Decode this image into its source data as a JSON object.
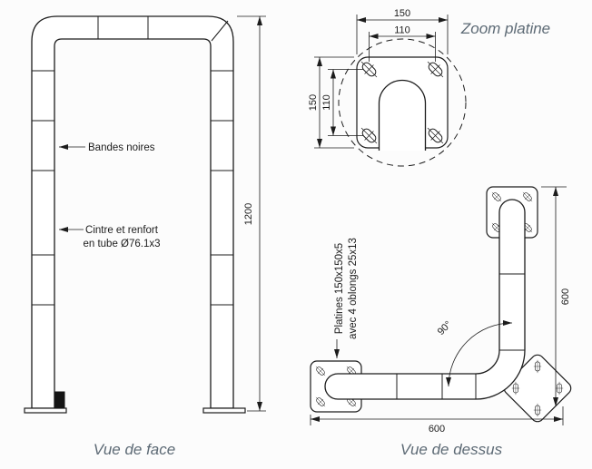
{
  "captions": {
    "front_view": "Vue de face",
    "top_view": "Vue de dessus",
    "zoom": "Zoom platine"
  },
  "front_view": {
    "label_bandes": "Bandes noires",
    "label_cintre_line1": "Cintre et renfort",
    "label_cintre_line2": "en tube Ø76.1x3",
    "dim_height": "1200"
  },
  "zoom_platine": {
    "dim_top_outer": "150",
    "dim_top_holes": "110",
    "dim_left_outer": "150",
    "dim_left_holes": "110"
  },
  "top_view": {
    "label_platines_line1": "Platines 150x150x5",
    "label_platines_line2": "avec 4 oblongs 25x13",
    "dim_right": "600",
    "dim_bottom": "600",
    "dim_angle": "90°"
  },
  "colors": {
    "line": "#1c1c1c",
    "caption": "#5d6a75",
    "background": "#fcfcfc"
  }
}
